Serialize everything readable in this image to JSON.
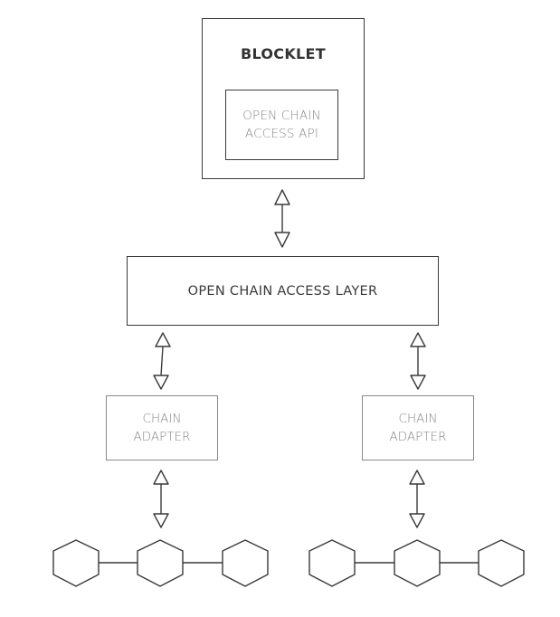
{
  "blocklet": {
    "title": "BLOCKLET",
    "api_line1": "OPEN CHAIN",
    "api_line2": "ACCESS API"
  },
  "layer": {
    "label": "OPEN CHAIN ACCESS LAYER"
  },
  "adapters": [
    {
      "line1": "CHAIN",
      "line2": "ADAPTER"
    },
    {
      "line1": "CHAIN",
      "line2": "ADAPTER"
    }
  ],
  "colors": {
    "stroke": "#3a3a3a",
    "muted_text": "#888888"
  }
}
